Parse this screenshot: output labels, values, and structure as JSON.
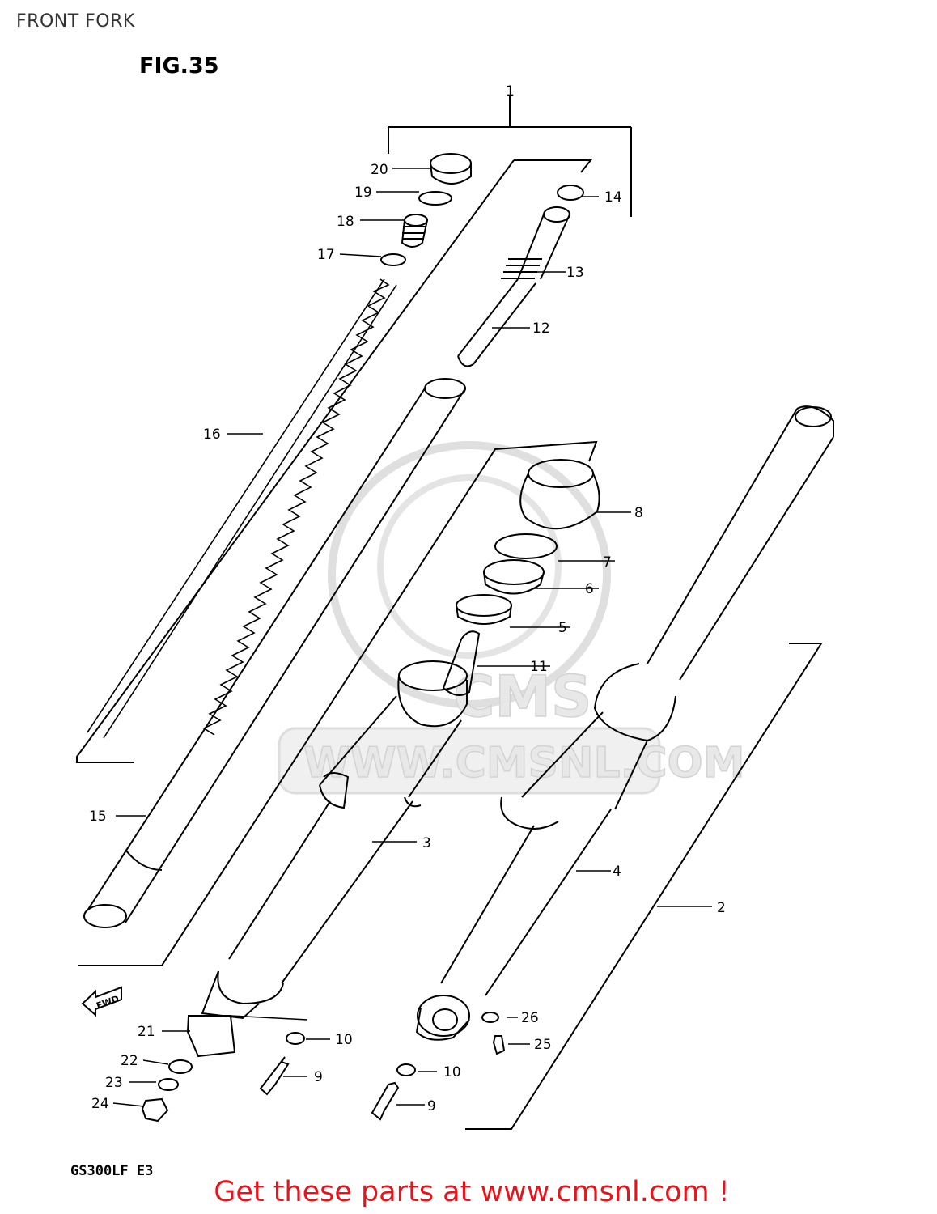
{
  "header": {
    "title": "FRONT FORK"
  },
  "figure": {
    "title": "FIG.35",
    "model": "GS300LF  E3"
  },
  "watermark": {
    "text": "WWW.CMSNL.COM",
    "logo": "CMS"
  },
  "fwd_label": "FWD",
  "promo": {
    "text": "Get these parts at www.cmsnl.com !"
  },
  "callouts": {
    "c1": "1",
    "c2": "2",
    "c3": "3",
    "c4": "4",
    "c5": "5",
    "c6": "6",
    "c7": "7",
    "c8": "8",
    "c9a": "9",
    "c9b": "9",
    "c10a": "10",
    "c10b": "10",
    "c11": "11",
    "c12": "12",
    "c13": "13",
    "c14": "14",
    "c15": "15",
    "c16": "16",
    "c17": "17",
    "c18": "18",
    "c19": "19",
    "c20": "20",
    "c21": "21",
    "c22": "22",
    "c23": "23",
    "c24": "24",
    "c25": "25",
    "c26": "26"
  },
  "colors": {
    "line": "#000000",
    "promo": "#e8141b",
    "watermark": "#d8d8d8"
  }
}
